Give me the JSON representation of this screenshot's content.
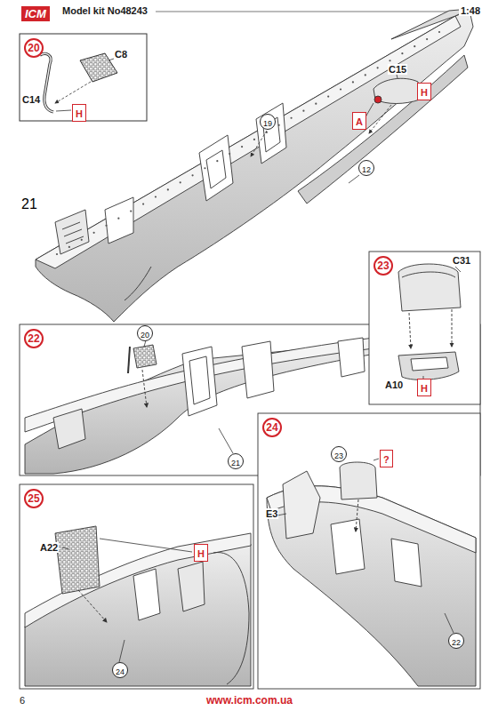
{
  "diagram": {
    "nodes": [
      {
        "text": [
          "20"
        ]
      },
      {
        "text": [
          "H"
        ],
        "in": 0
      },
      {
        "text": [
          "21"
        ]
      },
      {
        "text": [
          "19"
        ]
      },
      {
        "text": [
          "H"
        ]
      },
      {
        "text": [
          "A"
        ]
      },
      {
        "text": [
          "12"
        ]
      },
      {
        "text": [
          "23"
        ]
      },
      {
        "text": [
          "H"
        ],
        "in": 7
      },
      {
        "text": [
          "22"
        ]
      },
      {
        "text": [
          "20"
        ],
        "in": 9
      },
      {
        "text": [
          "21"
        ],
        "in": 9
      },
      {
        "text": [
          "24"
        ]
      },
      {
        "text": [
          "23"
        ],
        "in": 12
      },
      {
        "text": [
          "?"
        ],
        "in": 12
      },
      {
        "text": [
          "22"
        ],
        "in": 12
      },
      {
        "text": [
          "25"
        ]
      },
      {
        "text": [
          "H"
        ],
        "in": 16
      },
      {
        "text": [
          "24"
        ],
        "in": 16
      }
    ],
    "labels": [
      "ICM",
      "Model kit No48243",
      "1:48",
      "C8",
      "C14",
      "C15",
      "C31",
      "A10",
      "E3",
      "A22",
      "6",
      "www.icm.com.ua"
    ]
  }
}
